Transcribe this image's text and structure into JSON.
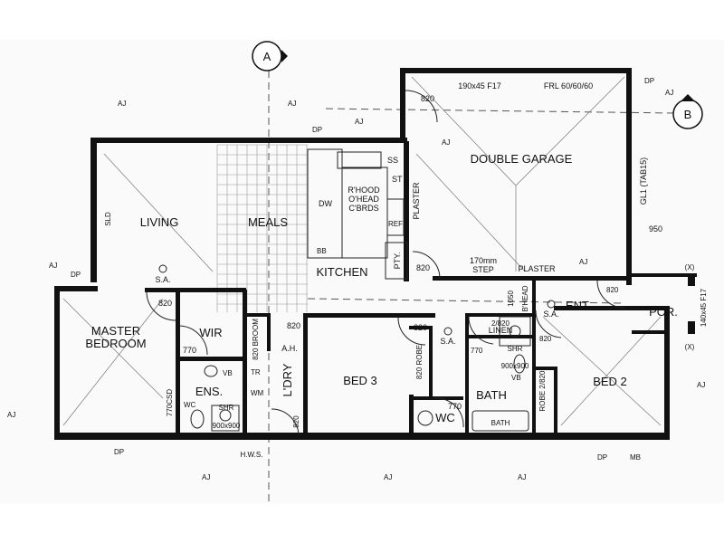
{
  "section_markers": {
    "a": "A",
    "b": "B"
  },
  "rooms": {
    "living": "LIVING",
    "meals": "MEALS",
    "kitchen": "KITCHEN",
    "double_garage": "DOUBLE GARAGE",
    "master_bedroom_1": "MASTER",
    "master_bedroom_2": "BEDROOM",
    "wir": "WIR",
    "ens": "ENS.",
    "laundry": "L'DRY",
    "bed3": "BED 3",
    "bed2": "BED 2",
    "bath": "BATH",
    "wc": "WC",
    "ent": "ENT.",
    "por": "POR.",
    "pty": "PTY.",
    "linen": "LINEN"
  },
  "annotations": {
    "beam_garage": "190x45 F17",
    "frl": "FRL 60/60/60",
    "gl1": "GL1 (TAB15)",
    "dim_950": "950",
    "step": "170mm",
    "step2": "STEP",
    "plaster1": "PLASTER",
    "plaster2": "PLASTER",
    "sld": "SLD",
    "ss": "SS",
    "st": "ST",
    "dw": "DW",
    "bb": "BB",
    "rhood": "R'HOOD",
    "ohead": "O'HEAD",
    "cbrds": "C'BRDS",
    "ref": "REF",
    "sa1": "S.A.",
    "sa2": "S.A.",
    "sa3": "S.A.",
    "door_820_garage": "820",
    "door_820_pty": "820",
    "door_820_master": "820",
    "door_770_wir": "770",
    "door_770csd": "770CSD",
    "broom": "820 BROOM",
    "ah": "A.H.",
    "door_820_ldry": "820",
    "door_820_ldry2": "820",
    "door_820_bed3": "820",
    "robe_bed3": "820 ROBE",
    "door_770_wc": "770",
    "linen_size": "2/820",
    "dim_1050": "1050",
    "bhead": "B'HEAD",
    "door_770_bath": "770",
    "door_820_bed2": "820",
    "door_820_ent": "820",
    "robe_bed2": "ROBE 2/820",
    "shr1": "SHR",
    "shr1_size": "900x900",
    "shr2": "SHR",
    "shr2_size": "900x900",
    "vb1": "VB",
    "vb2": "VB",
    "wc_ens": "WC",
    "wm": "WM",
    "tr": "TR",
    "bath_tub": "BATH",
    "hws": "H.W.S.",
    "mb": "MB",
    "porch_beam": "140x45 F17",
    "x1": "(X)",
    "x2": "(X)",
    "dp": [
      "DP",
      "DP",
      "DP",
      "DP",
      "DP"
    ],
    "aj": [
      "AJ",
      "AJ",
      "AJ",
      "AJ",
      "AJ",
      "AJ",
      "AJ",
      "AJ",
      "AJ",
      "AJ",
      "AJ",
      "AJ"
    ]
  }
}
